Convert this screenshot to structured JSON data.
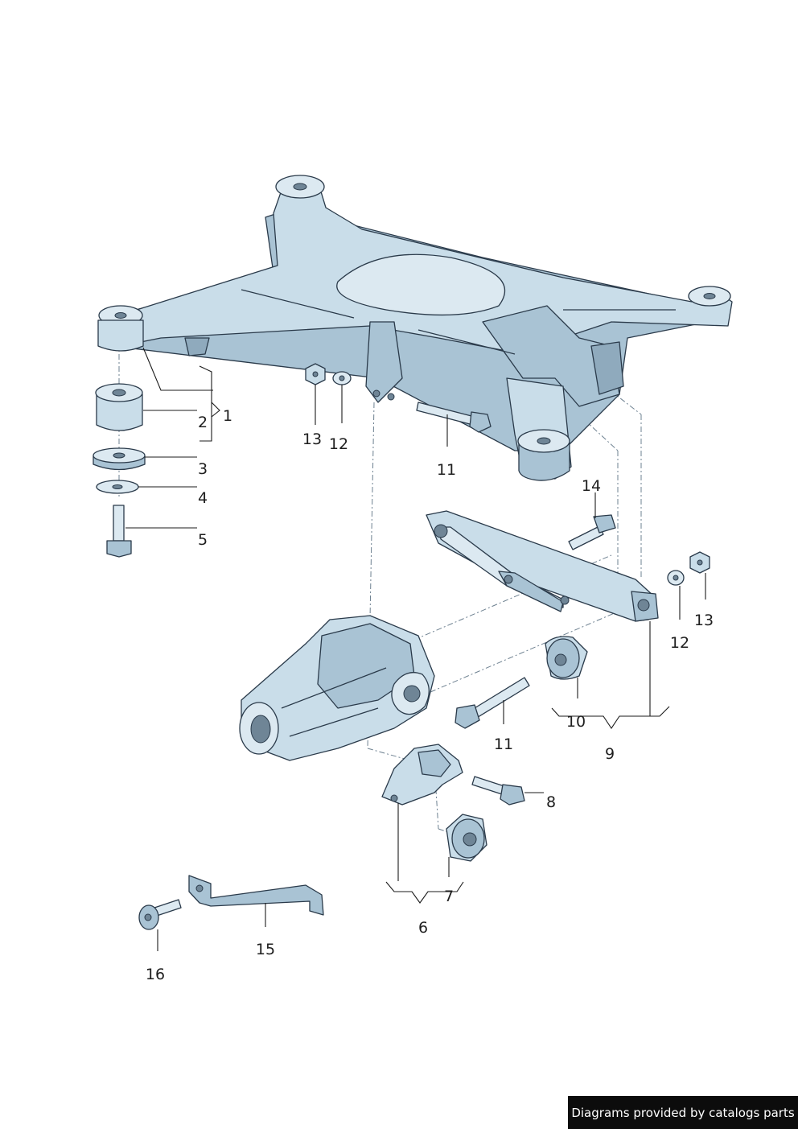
{
  "callouts": {
    "c1": "1",
    "c2": "2",
    "c3": "3",
    "c4": "4",
    "c5": "5",
    "c6": "6",
    "c7": "7",
    "c8": "8",
    "c9": "9",
    "c10": "10",
    "c11a": "11",
    "c11b": "11",
    "c12a": "12",
    "c12b": "12",
    "c13a": "13",
    "c13b": "13",
    "c14": "14",
    "c15": "15",
    "c16": "16"
  },
  "credit": "Diagrams provided by catalogs parts",
  "colors": {
    "part_fill": "#c9dde9",
    "part_shadow": "#a9c3d4",
    "outline": "#2a3a4a"
  }
}
